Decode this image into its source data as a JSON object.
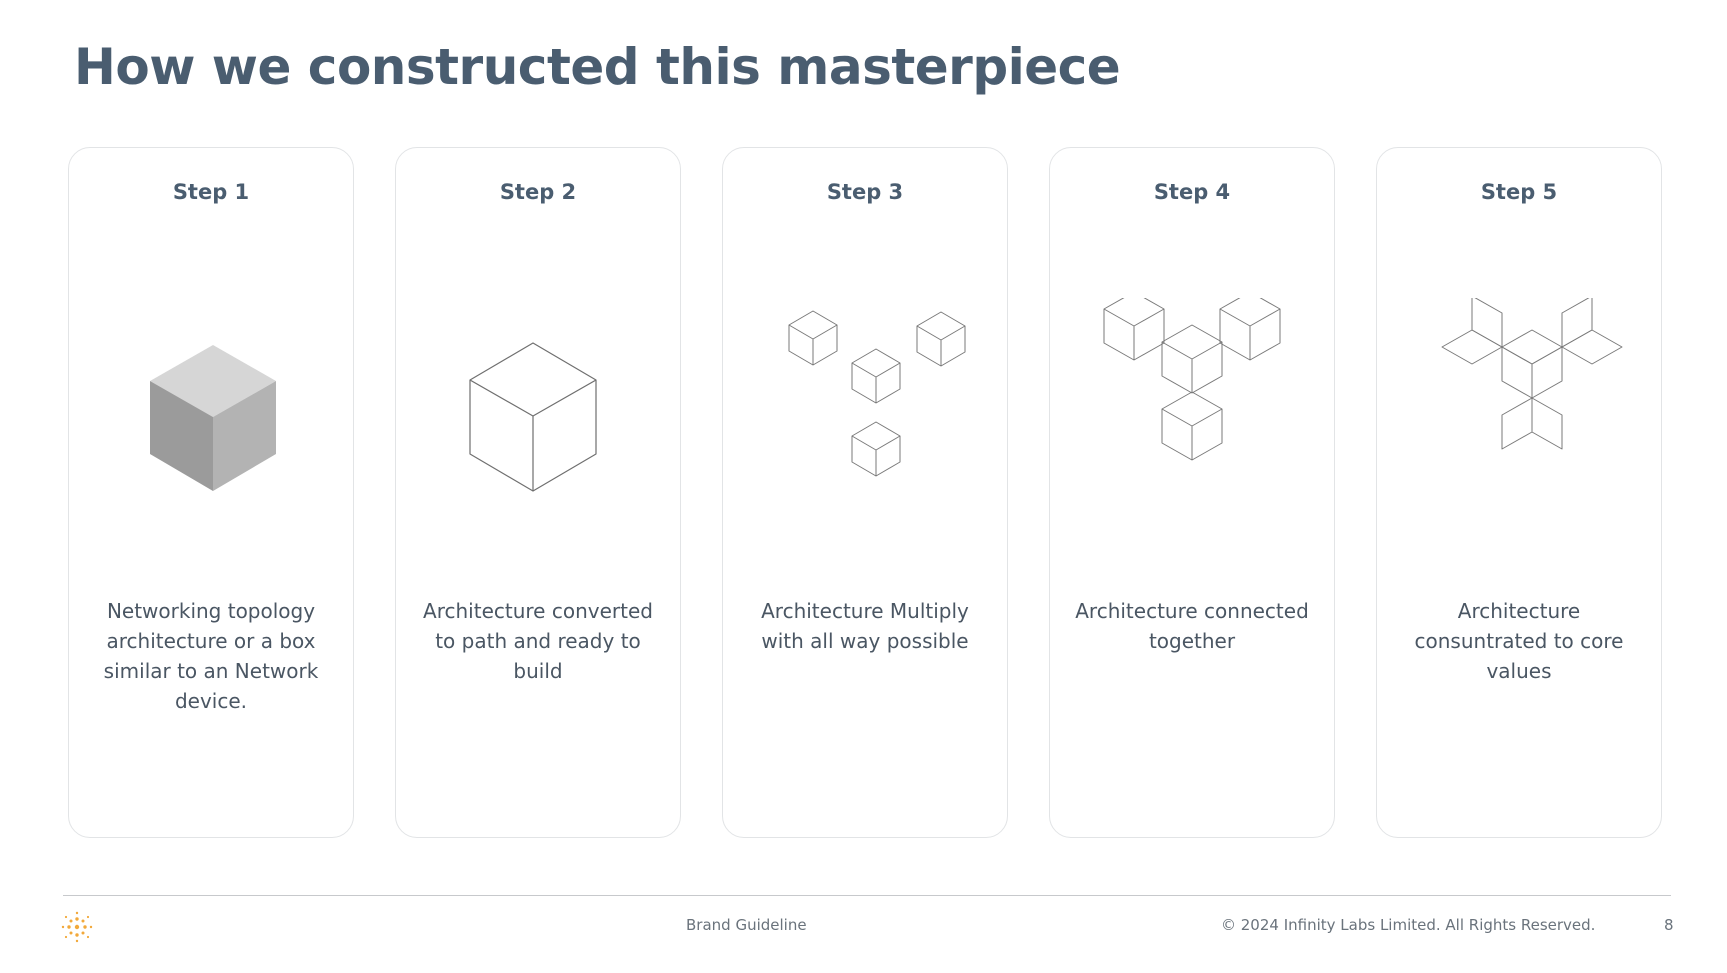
{
  "title": "How we constructed this masterpiece",
  "steps": [
    {
      "title": "Step 1",
      "description": "Networking topology architecture or a box similar to an Network device.",
      "icon": "solid-cube-icon"
    },
    {
      "title": "Step 2",
      "description": "Architecture converted to path and ready to build",
      "icon": "wireframe-cube-icon"
    },
    {
      "title": "Step 3",
      "description": "Architecture Multiply with all way possible",
      "icon": "scattered-cubes-icon"
    },
    {
      "title": "Step 4",
      "description": "Architecture connected together",
      "icon": "connected-cubes-icon"
    },
    {
      "title": "Step 5",
      "description": "Architecture consuntrated to core values",
      "icon": "core-cubes-icon"
    }
  ],
  "footer": {
    "label": "Brand Guideline",
    "copyright": "© 2024 Infinity Labs Limited. All Rights Reserved.",
    "page_number": "8",
    "logo_icon": "infinity-labs-logo-icon"
  },
  "colors": {
    "title": "#4a5d70",
    "body_text": "#4a5663",
    "card_border": "#e2e4e6",
    "logo_accent": "#f2a93b",
    "cube_top": "#d6d6d6",
    "cube_left": "#9b9b9b",
    "cube_right": "#b3b3b3"
  }
}
